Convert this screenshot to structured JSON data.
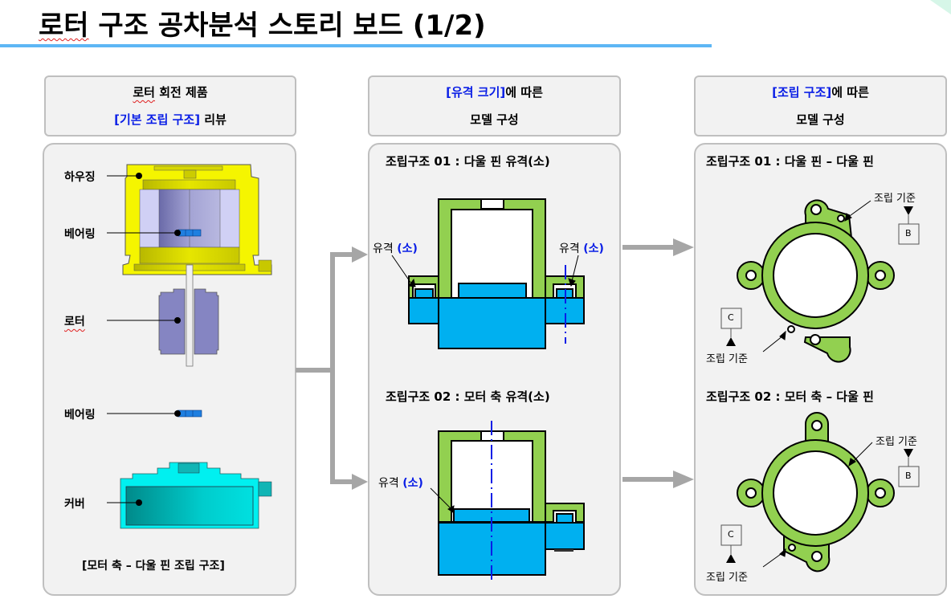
{
  "page": {
    "title_part1": "로터",
    "title_part2": " 구조 공차분석 스토리 보드 (1/2)",
    "accent_color": "#5db6f5"
  },
  "columns": [
    {
      "header_line1": "로터 회전 제품",
      "header_line2_blue": "[기본 조립 구조]",
      "header_line2_rest": " 리뷰",
      "labels": [
        "하우징",
        "베어링",
        "로터",
        "베어링",
        "커버"
      ],
      "caption": "[모터 축 – 다울 핀 조립 구조]"
    },
    {
      "header_line1_blue": "[유격 크기]",
      "header_line1_rest": "에 따른",
      "header_line2": "모델 구성",
      "sections": [
        {
          "title": "조립구조 01 : 다울 핀 유격(소)",
          "callouts": [
            {
              "text": "유격 ",
              "highlight": "(소)"
            },
            {
              "text": "유격 ",
              "highlight": "(소)"
            }
          ]
        },
        {
          "title": "조립구조 02 : 모터 축 유격(소)",
          "callouts": [
            {
              "text": "유격 ",
              "highlight": "(소)"
            }
          ]
        }
      ]
    },
    {
      "header_line1_blue": "[조립 구조]",
      "header_line1_rest": "에 따른",
      "header_line2": "모델 구성",
      "sections": [
        {
          "title": "조립구조 01 : 다울 핀 – 다울 핀",
          "datum_label": "조립 기준",
          "datums": [
            "B",
            "C"
          ]
        },
        {
          "title": "조립구조 02 : 모터 축 – 다울 핀",
          "datum_label": "조립 기준",
          "datums": [
            "B",
            "C"
          ]
        }
      ]
    }
  ],
  "colors": {
    "housing": "#f5f500",
    "rotor": "#8585c2",
    "bearing": "#1f7fe0",
    "cover": "#00f0f0",
    "part_green": "#92d050",
    "part_blue": "#00b0f0",
    "arrow_gray": "#a6a6a6",
    "blue_text": "#0a1ee6"
  }
}
